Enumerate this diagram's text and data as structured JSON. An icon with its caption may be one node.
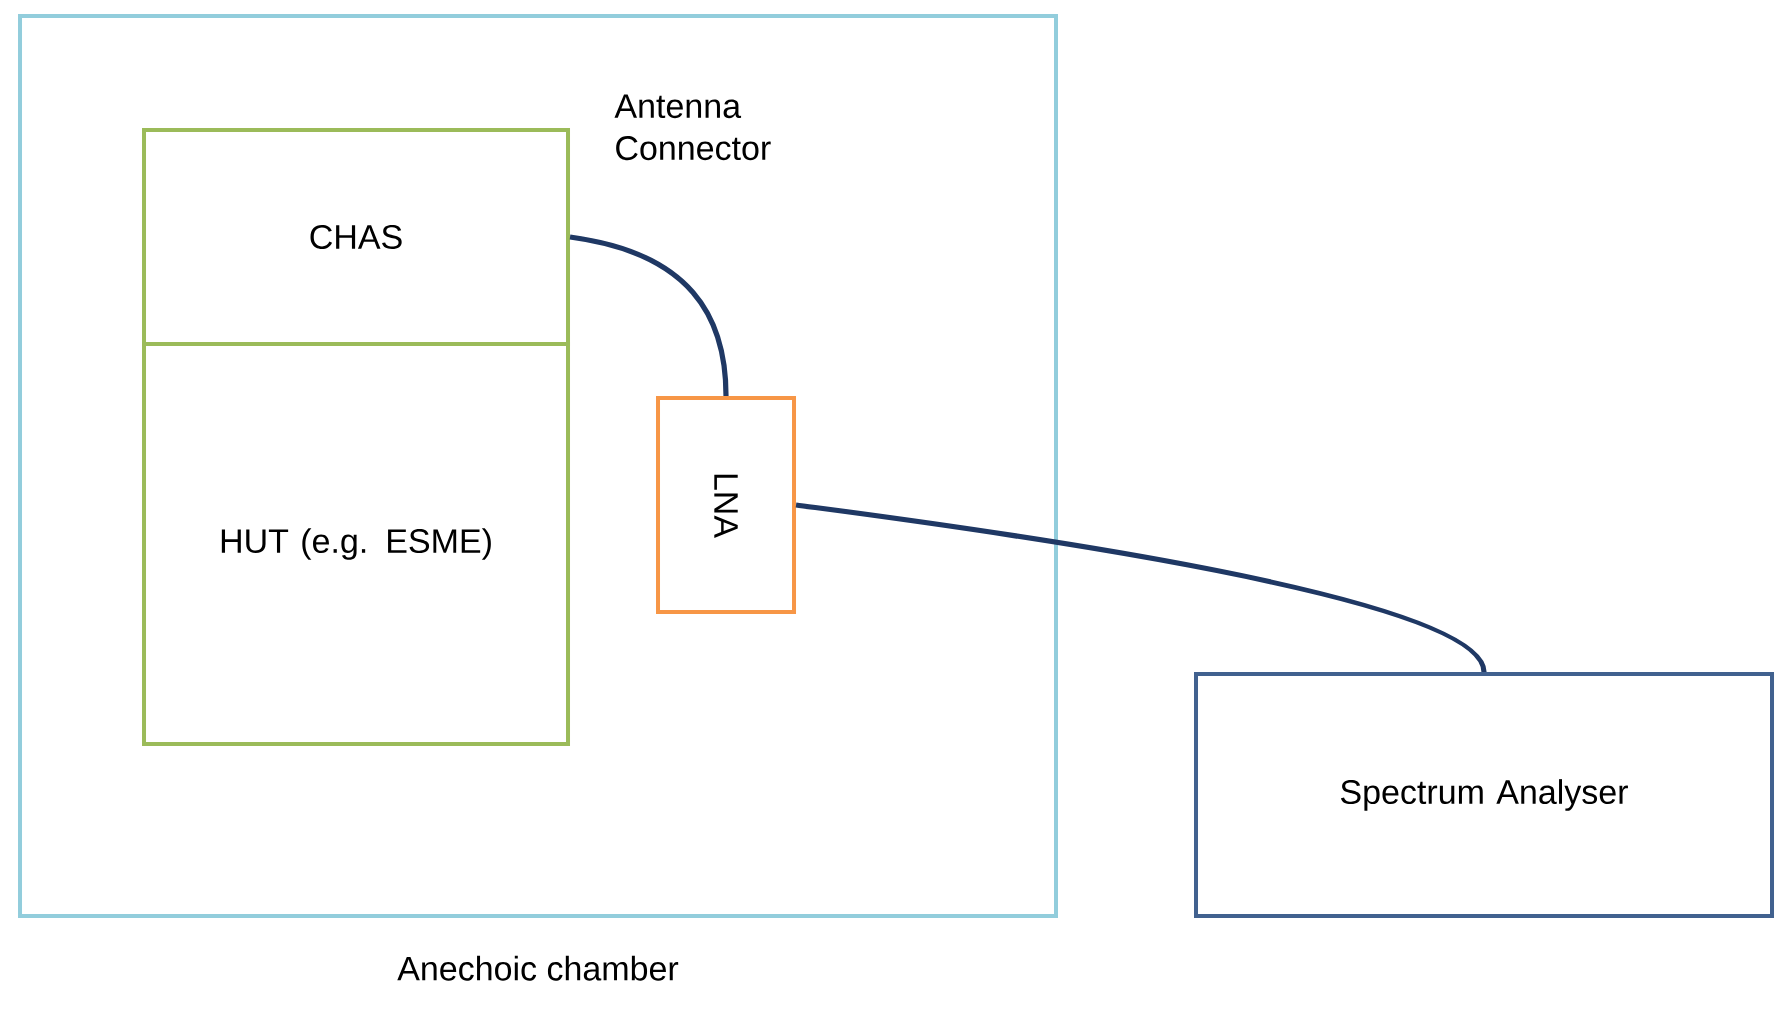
{
  "diagram": {
    "nodes": [
      {
        "text": [
          "Anechoic chamber"
        ]
      },
      {
        "text": [
          "CHAS"
        ],
        "in": 0
      },
      {
        "text": [
          "HUT (e.g. ESME)"
        ],
        "in": 0
      },
      {
        "text": [
          "LNA"
        ],
        "in": 0
      },
      {
        "text": [
          "Spectrum Analyser"
        ]
      }
    ],
    "edges": [
      {
        "from": 1,
        "to": 3,
        "arrow": "none"
      },
      {
        "from": 3,
        "to": 4,
        "arrow": "none"
      }
    ],
    "labels": [
      "Antenna Connector"
    ]
  }
}
